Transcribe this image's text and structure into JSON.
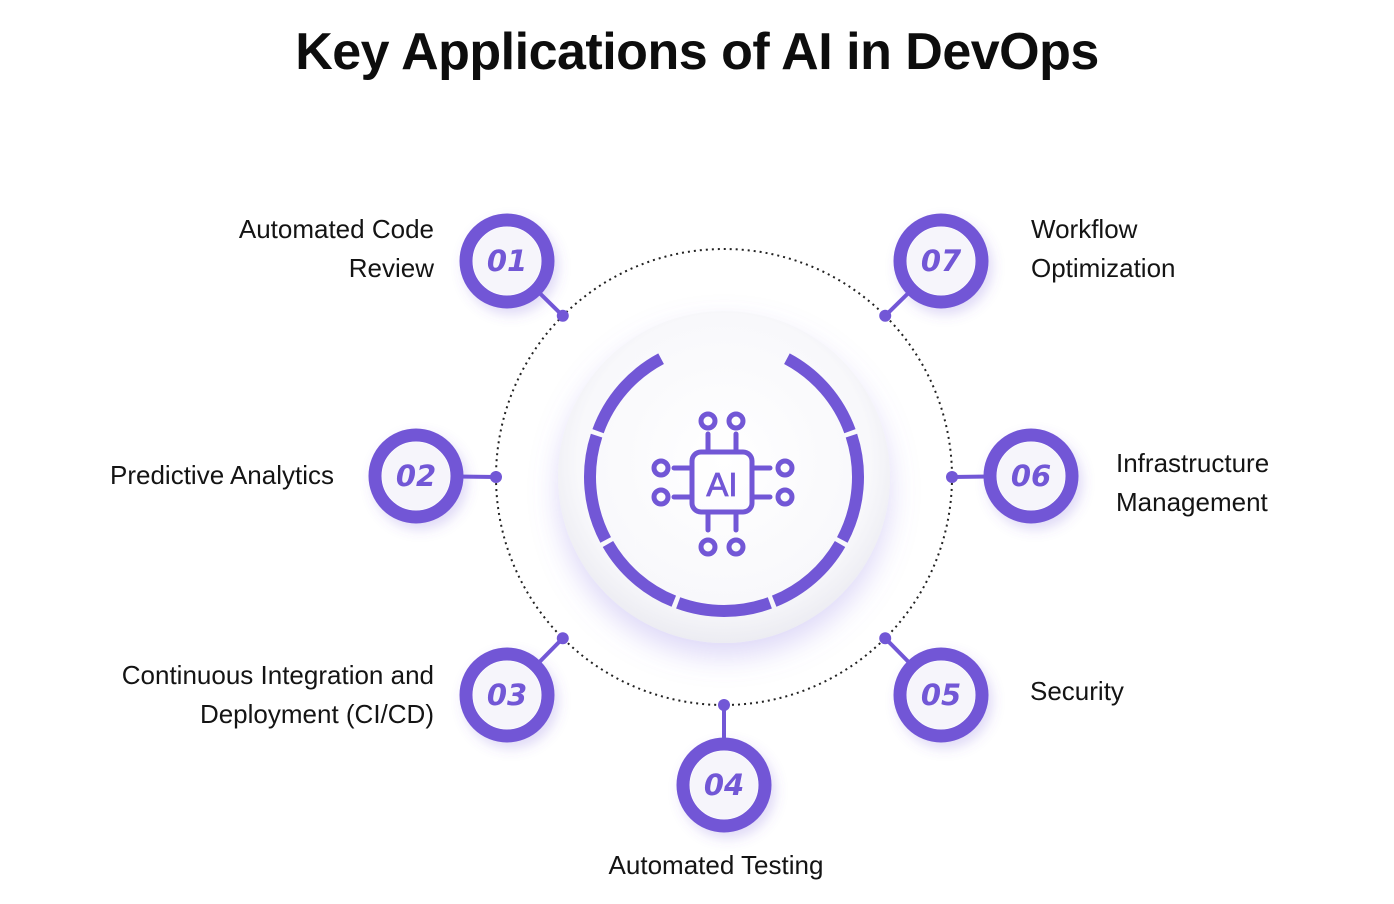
{
  "title": "Key Applications of AI in DevOps",
  "center": {
    "icon": "ai-chip-icon",
    "icon_text": "AI"
  },
  "colors": {
    "accent": "#7257d6",
    "accent_light": "#9b86ea",
    "text": "#141414",
    "disc": "#f7f7fa"
  },
  "items": [
    {
      "number": "01",
      "label_lines": [
        "Automated Code",
        "Review"
      ]
    },
    {
      "number": "02",
      "label_lines": [
        "Predictive Analytics"
      ]
    },
    {
      "number": "03",
      "label_lines": [
        "Continuous Integration and",
        "Deployment (CI/CD)"
      ]
    },
    {
      "number": "04",
      "label_lines": [
        "Automated Testing"
      ]
    },
    {
      "number": "05",
      "label_lines": [
        "Security"
      ]
    },
    {
      "number": "06",
      "label_lines": [
        "Infrastructure",
        "Management"
      ]
    },
    {
      "number": "07",
      "label_lines": [
        "Workflow",
        "Optimization"
      ]
    }
  ]
}
